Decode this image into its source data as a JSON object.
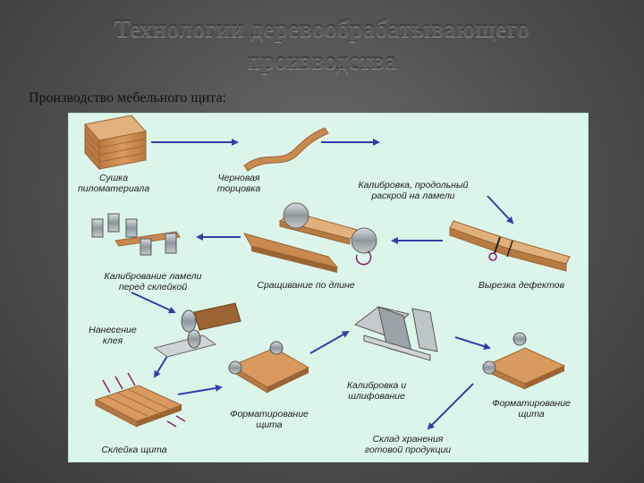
{
  "slide": {
    "title_line1": "Технологии деревообрабатывающего",
    "title_line2": "производства",
    "subtitle": "Производство мебельного щита:"
  },
  "steps": {
    "drying": {
      "line1": "Сушка",
      "line2": "пиломатериала"
    },
    "rough_trim": {
      "line1": "Черновая",
      "line2": "торцовка"
    },
    "calibration_rip": {
      "line1": "Калибровка, продольный",
      "line2": "раскрой на ламели"
    },
    "defect_cut": {
      "line1": "Вырезка дефектов"
    },
    "length_join": {
      "line1": "Сращивание по длине"
    },
    "lamel_calib": {
      "line1": "Калибрование ламели",
      "line2": "перед склейкой"
    },
    "glue_apply": {
      "line1": "Нанесение",
      "line2": "клея"
    },
    "panel_glue": {
      "line1": "Склейка щита"
    },
    "format1": {
      "line1": "Форматирование",
      "line2": "щита"
    },
    "calib_sand": {
      "line1": "Калибровка и",
      "line2": "шлифование"
    },
    "format2": {
      "line1": "Форматирование",
      "line2": "щита"
    },
    "storage": {
      "line1": "Склад хранения",
      "line2": "готовой продукции"
    }
  },
  "colors": {
    "panel_bg": "#dcf5ea",
    "arrow": "#2f3fa8",
    "wood": "#c98a52",
    "wood_dark": "#9c6433",
    "wood_light": "#e2b07c",
    "metal": "#9aa3a8",
    "clamp_mark": "#8a1e6e"
  }
}
